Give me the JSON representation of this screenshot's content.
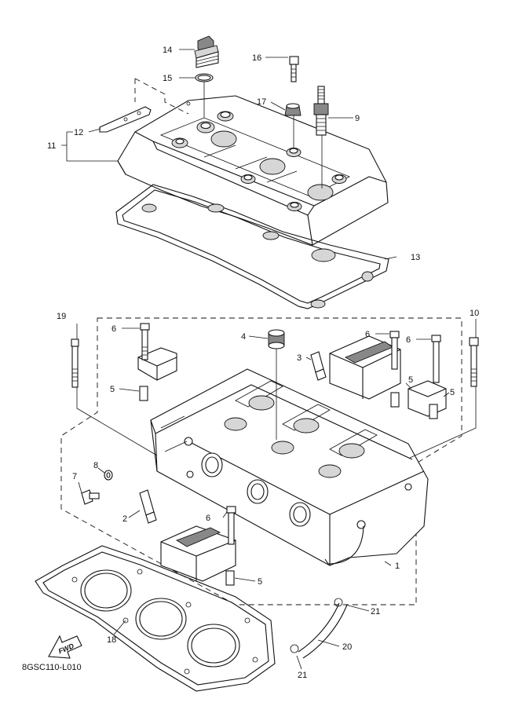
{
  "diagram_code": "8GSC110-L010",
  "direction_label": "FWD",
  "callouts": {
    "c1": "1",
    "c2": "2",
    "c3": "3",
    "c4": "4",
    "c5a": "5",
    "c5b": "5",
    "c5c": "5",
    "c5d": "5",
    "c6a": "6",
    "c6b": "6",
    "c6c": "6",
    "c6d": "6",
    "c7": "7",
    "c8": "8",
    "c9": "9",
    "c10": "10",
    "c11": "11",
    "c12": "12",
    "c13": "13",
    "c14": "14",
    "c15": "15",
    "c16": "16",
    "c17": "17",
    "c18": "18",
    "c19": "19",
    "c20": "20",
    "c21a": "21",
    "c21b": "21"
  }
}
